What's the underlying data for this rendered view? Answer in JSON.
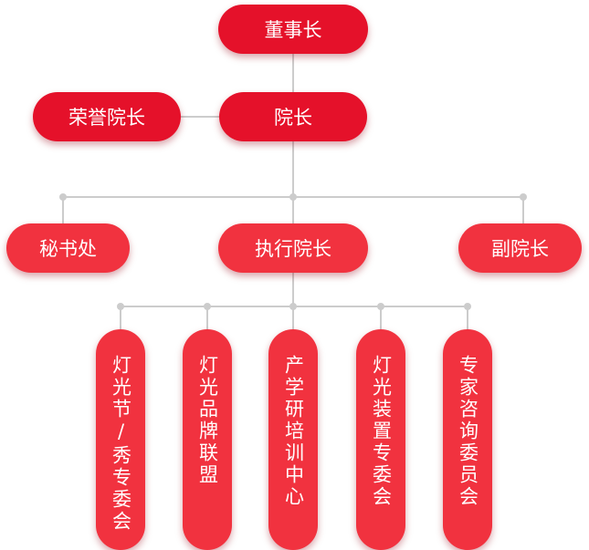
{
  "org_chart": {
    "chairman": "董事长",
    "honorary_president": "荣誉院长",
    "president": "院长",
    "secretariat": "秘书处",
    "executive_president": "执行院长",
    "vice_president": "副院长",
    "committees": [
      "灯光节/秀专委会",
      "灯光品牌联盟",
      "产学研培训中心",
      "灯光装置专委会",
      "专家咨询委员会"
    ]
  },
  "colors": {
    "node_red": "#e0162b",
    "node_red_light": "#f1323f",
    "connector_gray": "#cccccc",
    "text": "#ffffff"
  }
}
